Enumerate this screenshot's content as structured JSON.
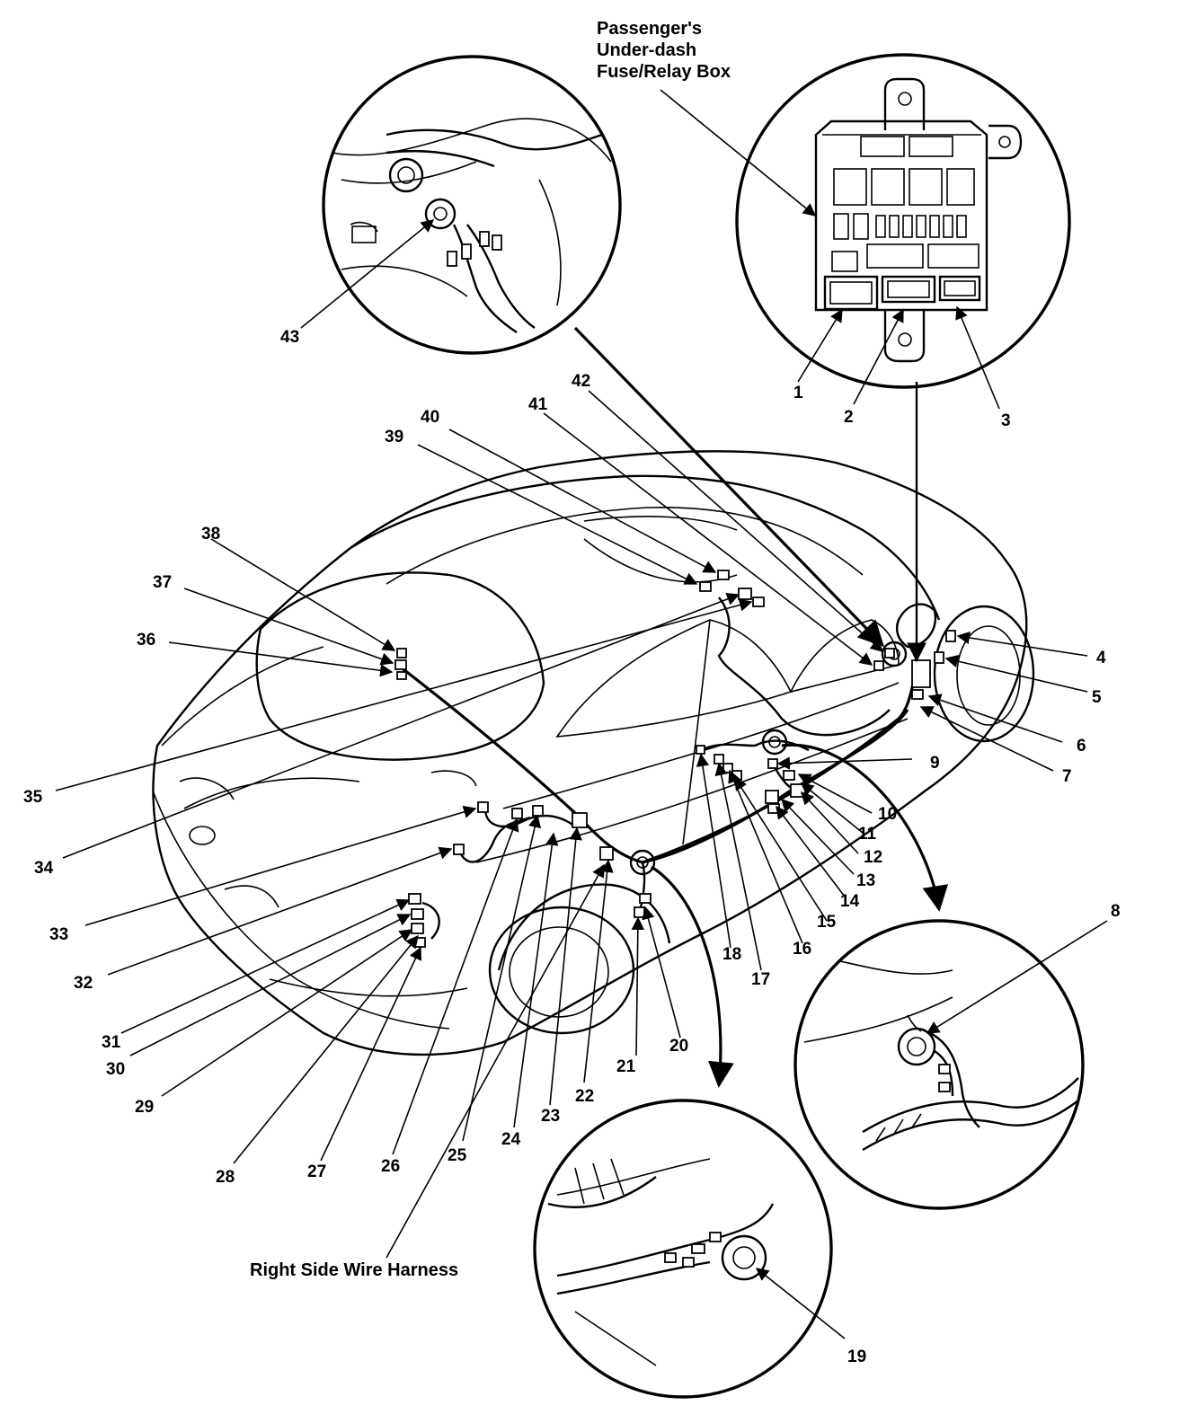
{
  "captions": {
    "fuse_box_line1": "Passenger's",
    "fuse_box_line2": "Under-dash",
    "fuse_box_line3": "Fuse/Relay Box",
    "harness": "Right Side Wire Harness"
  },
  "callouts": [
    "1",
    "2",
    "3",
    "4",
    "5",
    "6",
    "7",
    "8",
    "9",
    "10",
    "11",
    "12",
    "13",
    "14",
    "15",
    "16",
    "17",
    "18",
    "19",
    "20",
    "21",
    "22",
    "23",
    "24",
    "25",
    "26",
    "27",
    "28",
    "29",
    "30",
    "31",
    "32",
    "33",
    "34",
    "35",
    "36",
    "37",
    "38",
    "39",
    "40",
    "41",
    "42",
    "43"
  ]
}
